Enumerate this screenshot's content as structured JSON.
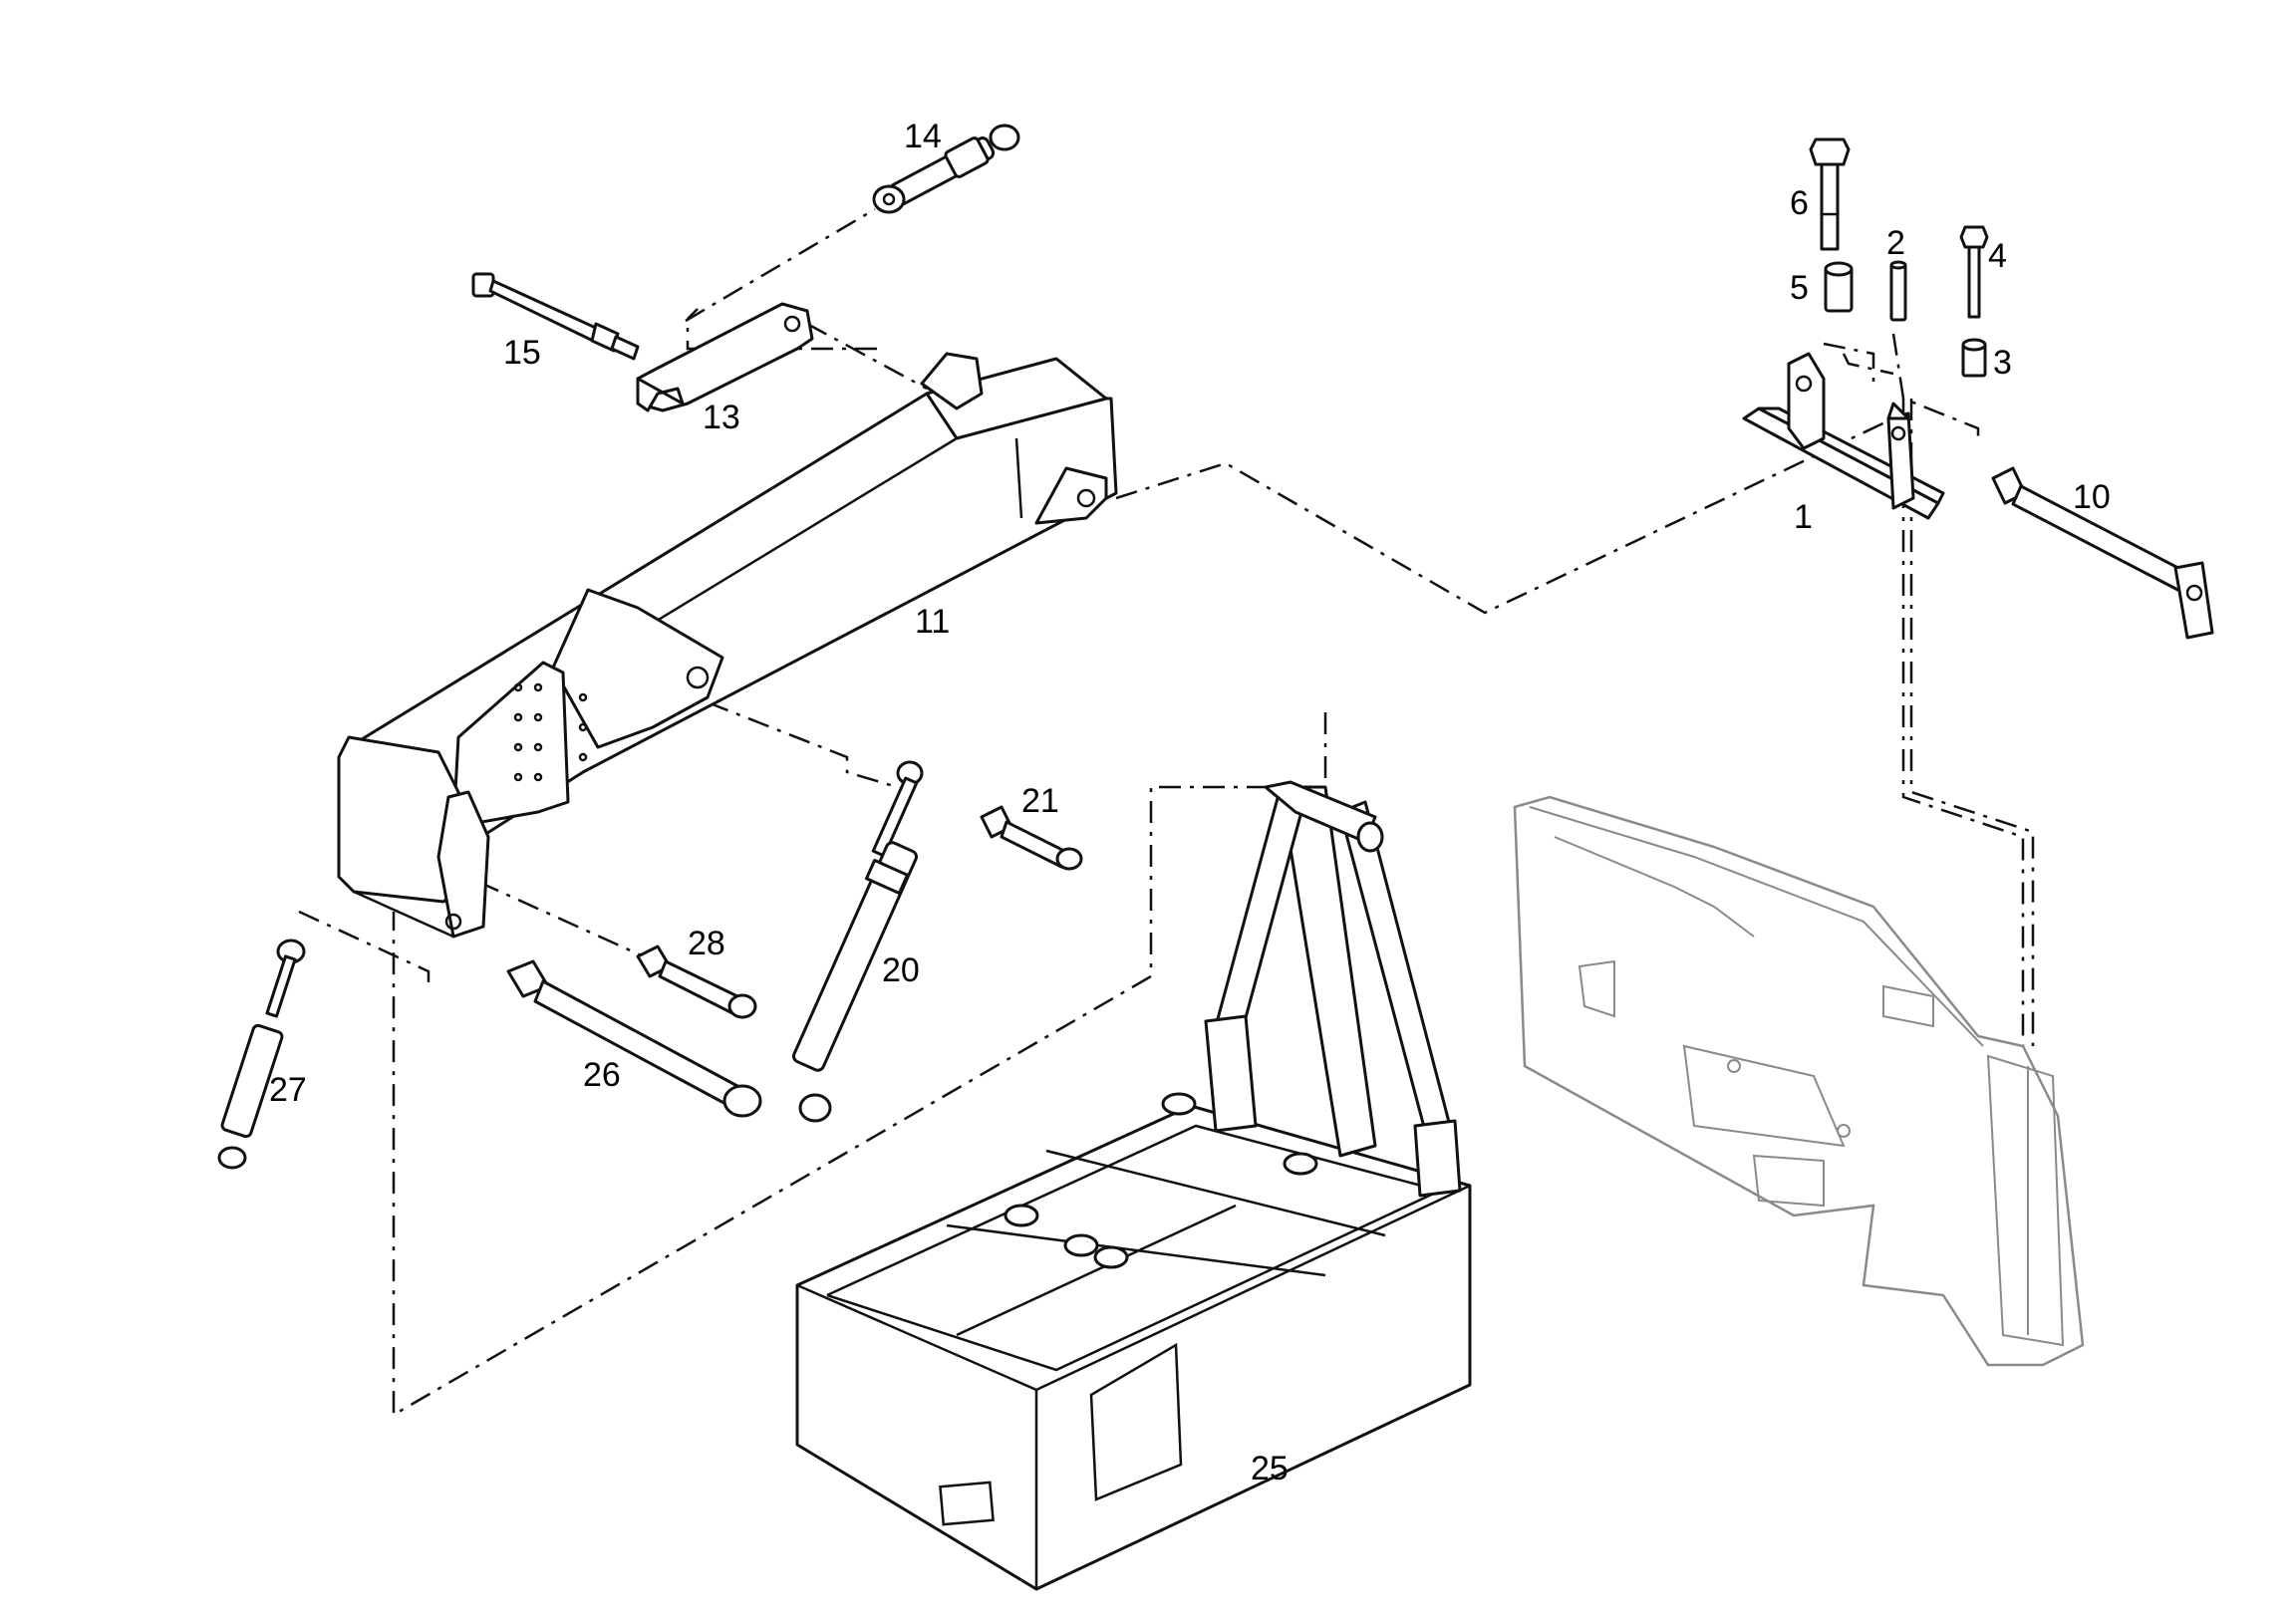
{
  "diagram": {
    "callouts": [
      {
        "id": "1",
        "text": "1"
      },
      {
        "id": "2",
        "text": "2"
      },
      {
        "id": "3",
        "text": "3"
      },
      {
        "id": "4",
        "text": "4"
      },
      {
        "id": "5",
        "text": "5"
      },
      {
        "id": "6",
        "text": "6"
      },
      {
        "id": "10",
        "text": "10"
      },
      {
        "id": "11",
        "text": "11"
      },
      {
        "id": "13",
        "text": "13"
      },
      {
        "id": "14",
        "text": "14"
      },
      {
        "id": "15",
        "text": "15"
      },
      {
        "id": "20",
        "text": "20"
      },
      {
        "id": "21",
        "text": "21"
      },
      {
        "id": "25",
        "text": "25"
      },
      {
        "id": "26",
        "text": "26"
      },
      {
        "id": "27",
        "text": "27"
      },
      {
        "id": "28",
        "text": "28"
      }
    ],
    "colors": {
      "line": "#111111",
      "chassis": "#8a8a8a",
      "background": "#ffffff"
    }
  }
}
